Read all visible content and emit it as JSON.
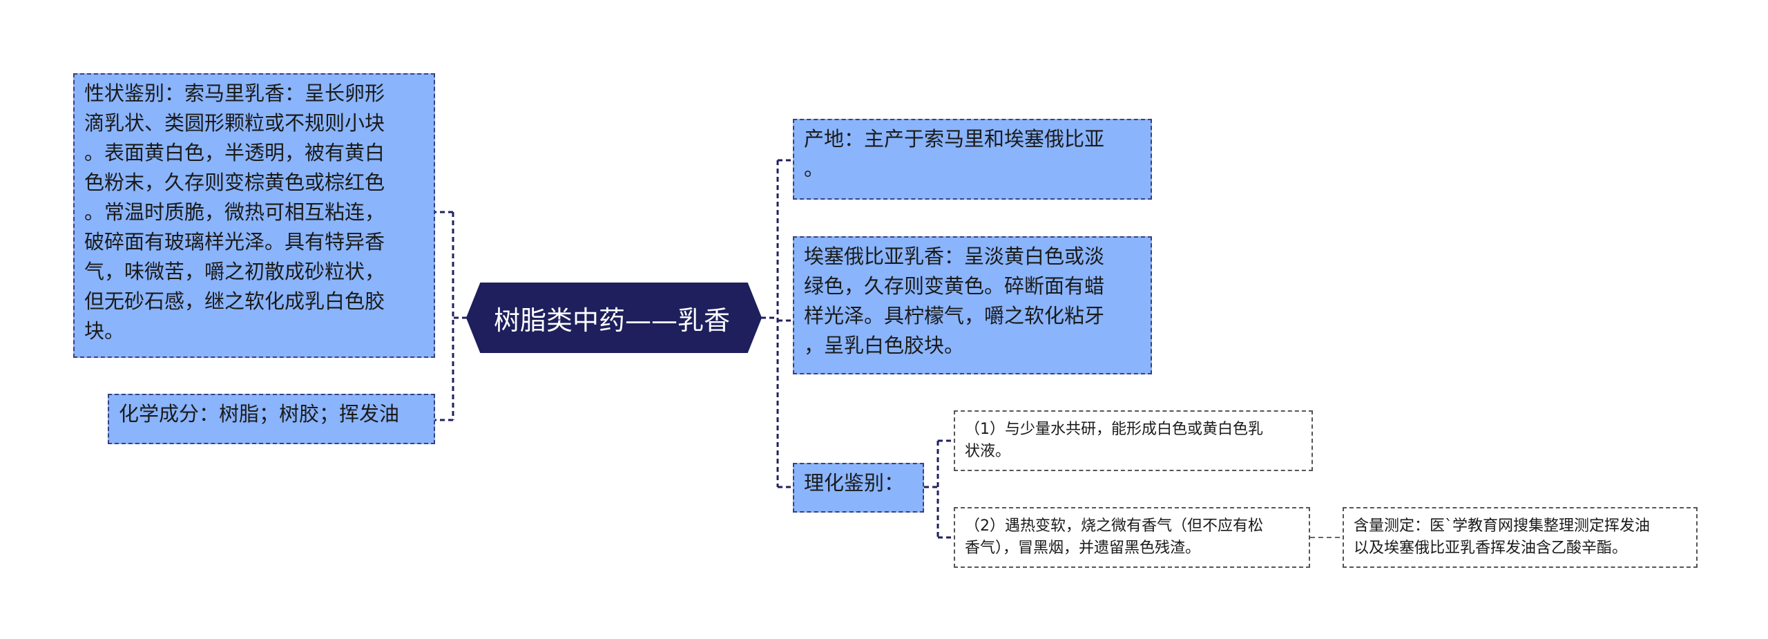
{
  "root": {
    "label": "树脂类中药——乳香"
  },
  "left_nodes": [
    {
      "id": "appearance",
      "text": "性状鉴别：索马里乳香：呈长卵形\n滴乳状、类圆形颗粒或不规则小块\n。表面黄白色，半透明，被有黄白\n色粉末，久存则变棕黄色或棕红色\n。常温时质脆，微热可相互粘连，\n破碎面有玻璃样光泽。具有特异香\n气，味微苦，嚼之初散成砂粒状，\n但无砂石感，继之软化成乳白色胶\n块。"
    },
    {
      "id": "chemistry",
      "text": "化学成分：树脂；树胶；挥发油"
    }
  ],
  "right_nodes": [
    {
      "id": "origin",
      "text": "产地：主产于索马里和埃塞俄比亚\n。"
    },
    {
      "id": "ethiopia",
      "text": "埃塞俄比亚乳香：呈淡黄白色或淡\n绿色，久存则变黄色。碎断面有蜡\n样光泽。具柠檬气，嚼之软化粘牙\n，呈乳白色胶块。"
    },
    {
      "id": "physchem",
      "text": "理化鉴别："
    }
  ],
  "physchem_children": [
    {
      "id": "test1",
      "text": "（1）与少量水共研，能形成白色或黄白色乳\n状液。"
    },
    {
      "id": "test2",
      "text": "（2）遇热变软，烧之微有香气（但不应有松\n香气），冒黑烟，并遗留黑色残渣。"
    }
  ],
  "test2_child": {
    "id": "assay",
    "text": "含量测定：医`学教育网搜集整理测定挥发油\n以及埃塞俄比亚乳香挥发油含乙酸辛酯。"
  },
  "colors": {
    "root_fill": "#1e1f5c",
    "node_fill": "#8ab4fb",
    "connector": "#1e1f5c",
    "plain_border": "#555555"
  }
}
